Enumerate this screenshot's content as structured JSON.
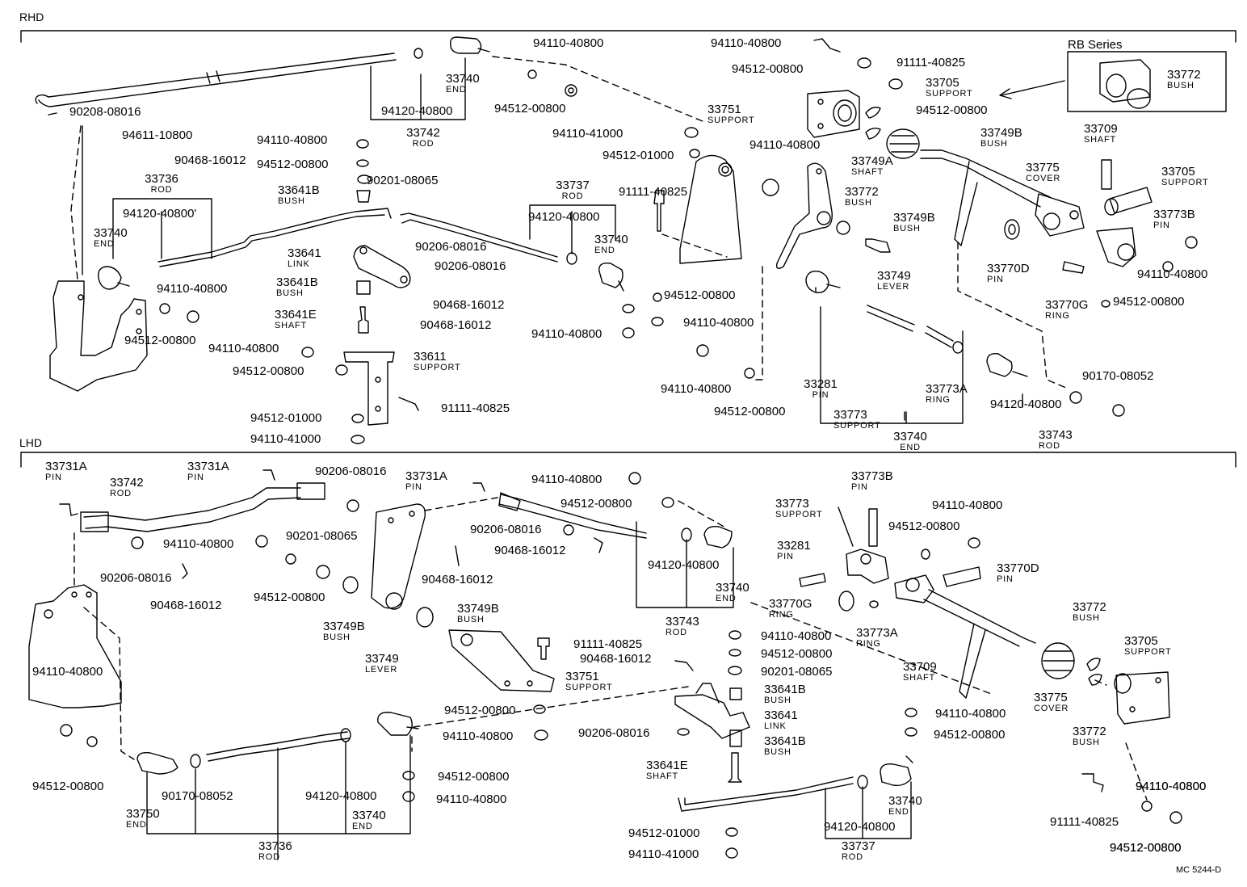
{
  "sections": {
    "rhd": "RHD",
    "lhd": "LHD",
    "rb_series": "RB Series"
  },
  "drawing_code": "MC 5244-D",
  "rhd_labels": [
    {
      "num": "90208-08016"
    },
    {
      "num": "94611-10800"
    },
    {
      "num": "33742",
      "sub": "ROD"
    },
    {
      "num": "94120-40800"
    },
    {
      "num": "33740",
      "sub": "END"
    },
    {
      "num": "94110-40800"
    },
    {
      "num": "94512-00800"
    },
    {
      "num": "90468-16012"
    },
    {
      "num": "33736",
      "sub": "ROD"
    },
    {
      "num": "94120-40800'"
    },
    {
      "num": "33740",
      "sub": "END"
    },
    {
      "num": "94110-40800"
    },
    {
      "num": "94512-00800"
    },
    {
      "num": "94110-40800"
    },
    {
      "num": "94512-00800"
    },
    {
      "num": "90201-08065"
    },
    {
      "num": "33641B",
      "sub": "BUSH"
    },
    {
      "num": "90206-08016"
    },
    {
      "num": "33641",
      "sub": "LINK"
    },
    {
      "num": "90206-08016"
    },
    {
      "num": "33641B",
      "sub": "BUSH"
    },
    {
      "num": "90468-16012"
    },
    {
      "num": "33641E",
      "sub": "SHAFT"
    },
    {
      "num": "90468-16012"
    },
    {
      "num": "94110-40800"
    },
    {
      "num": "33611",
      "sub": "SUPPORT"
    },
    {
      "num": "94512-00800"
    },
    {
      "num": "91111-40825"
    },
    {
      "num": "94512-01000"
    },
    {
      "num": "94110-41000"
    },
    {
      "num": "33737",
      "sub": "ROD"
    },
    {
      "num": "94120-40800"
    },
    {
      "num": "33740",
      "sub": "END"
    },
    {
      "num": "94110-40800"
    },
    {
      "num": "94110-41000"
    },
    {
      "num": "94512-01000"
    },
    {
      "num": "33751",
      "sub": "SUPPORT"
    },
    {
      "num": "91111-40825"
    },
    {
      "num": "94512-00800"
    },
    {
      "num": "94110-40800"
    },
    {
      "num": "94512-00800"
    },
    {
      "num": "94110-40800"
    },
    {
      "num": "94110-40800"
    },
    {
      "num": "94512-00800"
    },
    {
      "num": "91111-40825"
    },
    {
      "num": "33705",
      "sub": "SUPPORT"
    },
    {
      "num": "94512-00800"
    },
    {
      "num": "94110-40800"
    },
    {
      "num": "33772",
      "sub": "BUSH"
    },
    {
      "num": "33749B",
      "sub": "BUSH"
    },
    {
      "num": "33749",
      "sub": "LEVER"
    },
    {
      "num": "33749B",
      "sub": "BUSH"
    },
    {
      "num": "33749A",
      "sub": "SHAFT"
    },
    {
      "num": "33775",
      "sub": "COVER"
    },
    {
      "num": "33772",
      "sub": "BUSH"
    },
    {
      "num": "33709",
      "sub": "SHAFT"
    },
    {
      "num": "33705",
      "sub": "SUPPORT"
    },
    {
      "num": "33773B",
      "sub": "PIN"
    },
    {
      "num": "33770D",
      "sub": "PIN"
    },
    {
      "num": "94110-40800"
    },
    {
      "num": "33770G",
      "sub": "RING"
    },
    {
      "num": "94512-00800"
    },
    {
      "num": "33281",
      "sub": "PIN"
    },
    {
      "num": "33773",
      "sub": "SUPPORT"
    },
    {
      "num": "33773A",
      "sub": "RING"
    },
    {
      "num": "33740",
      "sub": "END"
    },
    {
      "num": "94120-40800"
    },
    {
      "num": "90170-08052"
    },
    {
      "num": "33743",
      "sub": "ROD"
    },
    {
      "num": "33750",
      "sub": "END"
    },
    {
      "num": "94110-40800"
    },
    {
      "num": "94512-00800"
    }
  ],
  "lhd_labels": [
    {
      "num": "33731A",
      "sub": "PIN"
    },
    {
      "num": "33742",
      "sub": "ROD"
    },
    {
      "num": "33731A",
      "sub": "PIN"
    },
    {
      "num": "90206-08016"
    },
    {
      "num": "94110-40800"
    },
    {
      "num": "90201-08065"
    },
    {
      "num": "90206-08016"
    },
    {
      "num": "94512-00800"
    },
    {
      "num": "90468-16012"
    },
    {
      "num": "94110-40800"
    },
    {
      "num": "94512-00800"
    },
    {
      "num": "33750",
      "sub": "END"
    },
    {
      "num": "90170-08052"
    },
    {
      "num": "94120-40800"
    },
    {
      "num": "33740",
      "sub": "END"
    },
    {
      "num": "33736",
      "sub": "ROD"
    },
    {
      "num": "33731A",
      "sub": "PIN"
    },
    {
      "num": "94110-40800"
    },
    {
      "num": "94512-00800"
    },
    {
      "num": "90206-08016"
    },
    {
      "num": "90468-16012"
    },
    {
      "num": "90468-16012"
    },
    {
      "num": "33749B",
      "sub": "BUSH"
    },
    {
      "num": "33749B",
      "sub": "BUSH"
    },
    {
      "num": "33749",
      "sub": "LEVER"
    },
    {
      "num": "94120-40800"
    },
    {
      "num": "33740",
      "sub": "END"
    },
    {
      "num": "33743",
      "sub": "ROD"
    },
    {
      "num": "91111-40825"
    },
    {
      "num": "90468-16012"
    },
    {
      "num": "33751",
      "sub": "SUPPORT"
    },
    {
      "num": "94512-00800"
    },
    {
      "num": "94110-40800"
    },
    {
      "num": "94512-00800"
    },
    {
      "num": "94110-40800"
    },
    {
      "num": "33773B",
      "sub": "PIN"
    },
    {
      "num": "33773",
      "sub": "SUPPORT"
    },
    {
      "num": "33281",
      "sub": "PIN"
    },
    {
      "num": "94110-40800"
    },
    {
      "num": "94512-00800"
    },
    {
      "num": "33770D",
      "sub": "PIN"
    },
    {
      "num": "33770G",
      "sub": "RING"
    },
    {
      "num": "33773A",
      "sub": "RING"
    },
    {
      "num": "94110-40800"
    },
    {
      "num": "94512-00800"
    },
    {
      "num": "90201-08065"
    },
    {
      "num": "33641B",
      "sub": "BUSH"
    },
    {
      "num": "33641",
      "sub": "LINK"
    },
    {
      "num": "90206-08016"
    },
    {
      "num": "33641B",
      "sub": "BUSH"
    },
    {
      "num": "33641E",
      "sub": "SHAFT"
    },
    {
      "num": "94512-01000"
    },
    {
      "num": "94110-41000"
    },
    {
      "num": "94120-40800"
    },
    {
      "num": "33740",
      "sub": "END"
    },
    {
      "num": "33737",
      "sub": "ROD"
    },
    {
      "num": "33709",
      "sub": "SHAFT"
    },
    {
      "num": "33775",
      "sub": "COVER"
    },
    {
      "num": "33772",
      "sub": "BUSH"
    },
    {
      "num": "33705",
      "sub": "SUPPORT"
    },
    {
      "num": "33772",
      "sub": "BUSH"
    },
    {
      "num": "94110-40800"
    },
    {
      "num": "94512-00800"
    },
    {
      "num": "94110-40800"
    },
    {
      "num": "94512-00800"
    },
    {
      "num": "91111-40825"
    },
    {
      "num": "94110-40800"
    },
    {
      "num": "94512-00800"
    }
  ]
}
